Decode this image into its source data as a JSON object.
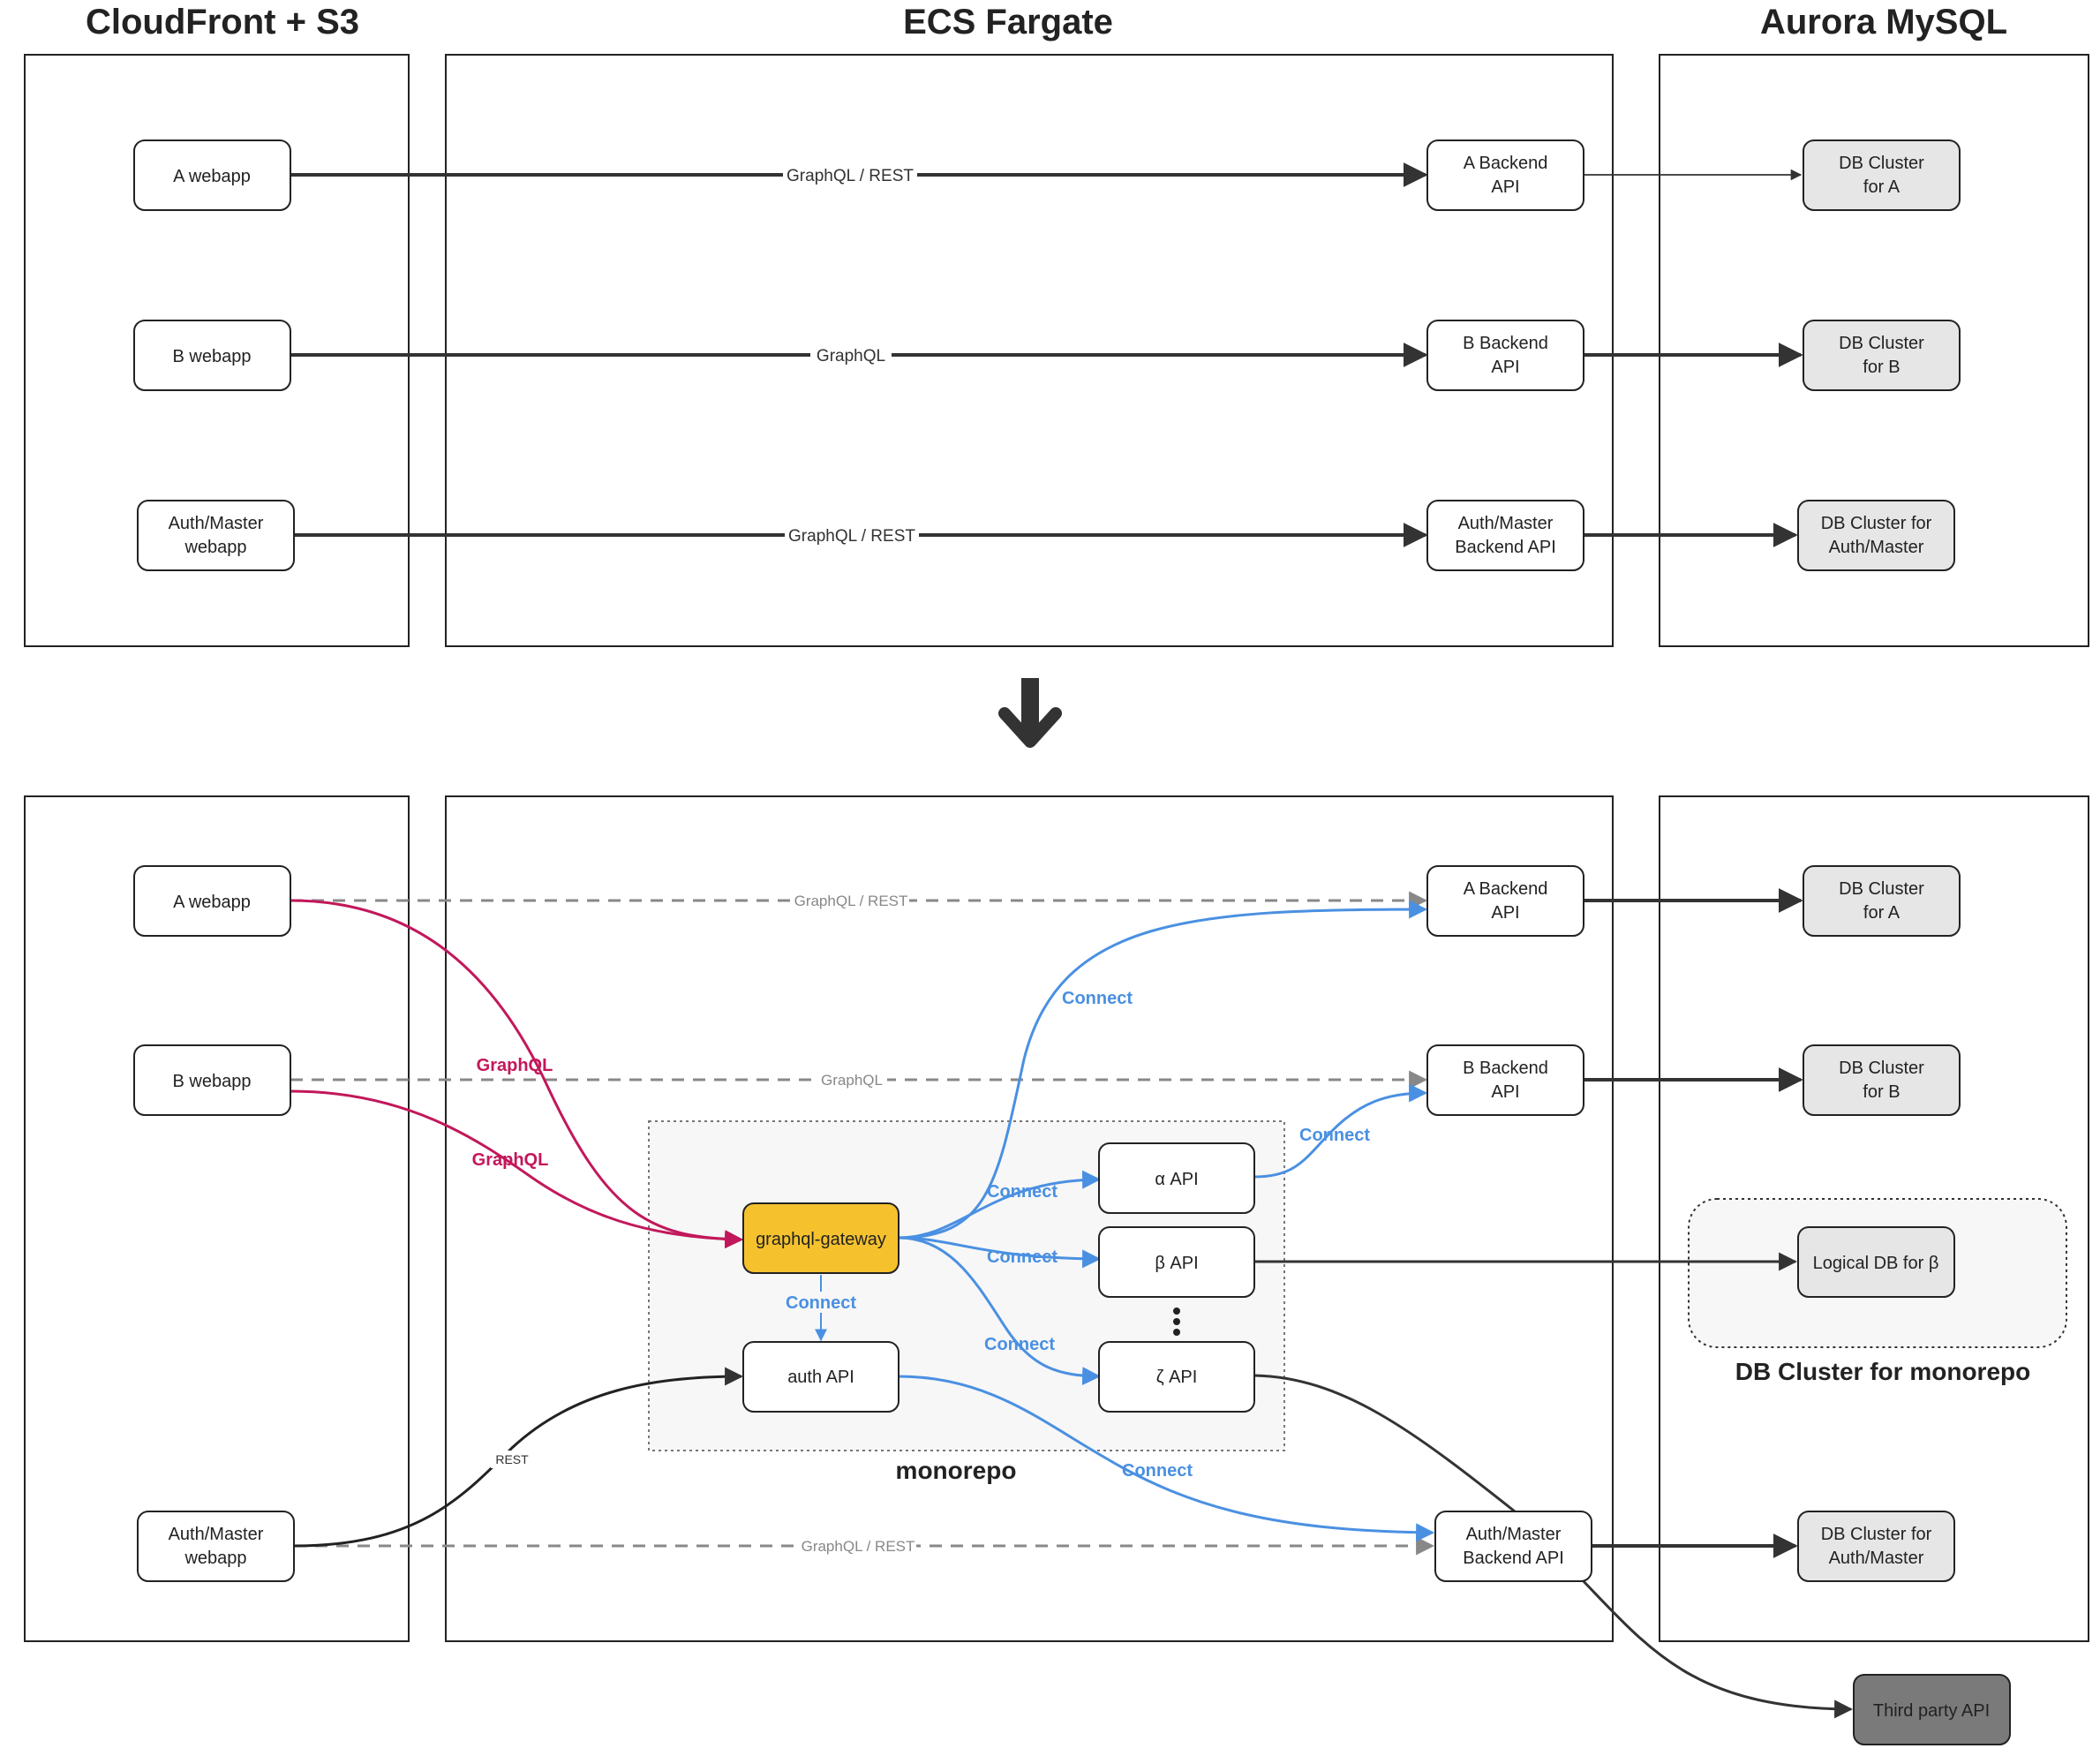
{
  "headers": {
    "cloudfront": "CloudFront + S3",
    "ecs": "ECS Fargate",
    "aurora": "Aurora MySQL"
  },
  "before": {
    "webapps": [
      "A webapp",
      "B webapp",
      "Auth/Master webapp"
    ],
    "backends": [
      "A Backend API",
      "B Backend API",
      "Auth/Master Backend API"
    ],
    "dbs": [
      "DB Cluster for A",
      "DB Cluster for B",
      "DB Cluster for Auth/Master"
    ],
    "edge_labels": [
      "GraphQL / REST",
      "GraphQL",
      "GraphQL / REST"
    ]
  },
  "after": {
    "webapps": [
      "A webapp",
      "B webapp",
      "Auth/Master webapp"
    ],
    "backends": [
      "A Backend API",
      "B Backend API",
      "Auth/Master Backend API"
    ],
    "dbs": [
      "DB Cluster for A",
      "DB Cluster for B",
      "DB Cluster for Auth/Master"
    ],
    "dashed_labels": [
      "GraphQL / REST",
      "GraphQL",
      "GraphQL / REST"
    ],
    "gateway": "graphql-gateway",
    "auth_api": "auth API",
    "alpha_api": "α API",
    "beta_api": "β API",
    "zeta_api": "ζ API",
    "ellipsis": "⋮",
    "monorepo_label": "monorepo",
    "logical_db": "Logical DB for β",
    "db_group_label": "DB Cluster for monorepo",
    "third_party": "Third party API",
    "graphql_label": "GraphQL",
    "connect_label": "Connect",
    "rest_label": "REST"
  },
  "colors": {
    "gateway_fill": "#f5c22e",
    "db_fill": "#e6e6e6",
    "third_party_fill": "#7a7a7a",
    "blue": "#4a90e2",
    "red": "#c2185b",
    "grey_dashed": "#888888",
    "dark": "#333333"
  }
}
